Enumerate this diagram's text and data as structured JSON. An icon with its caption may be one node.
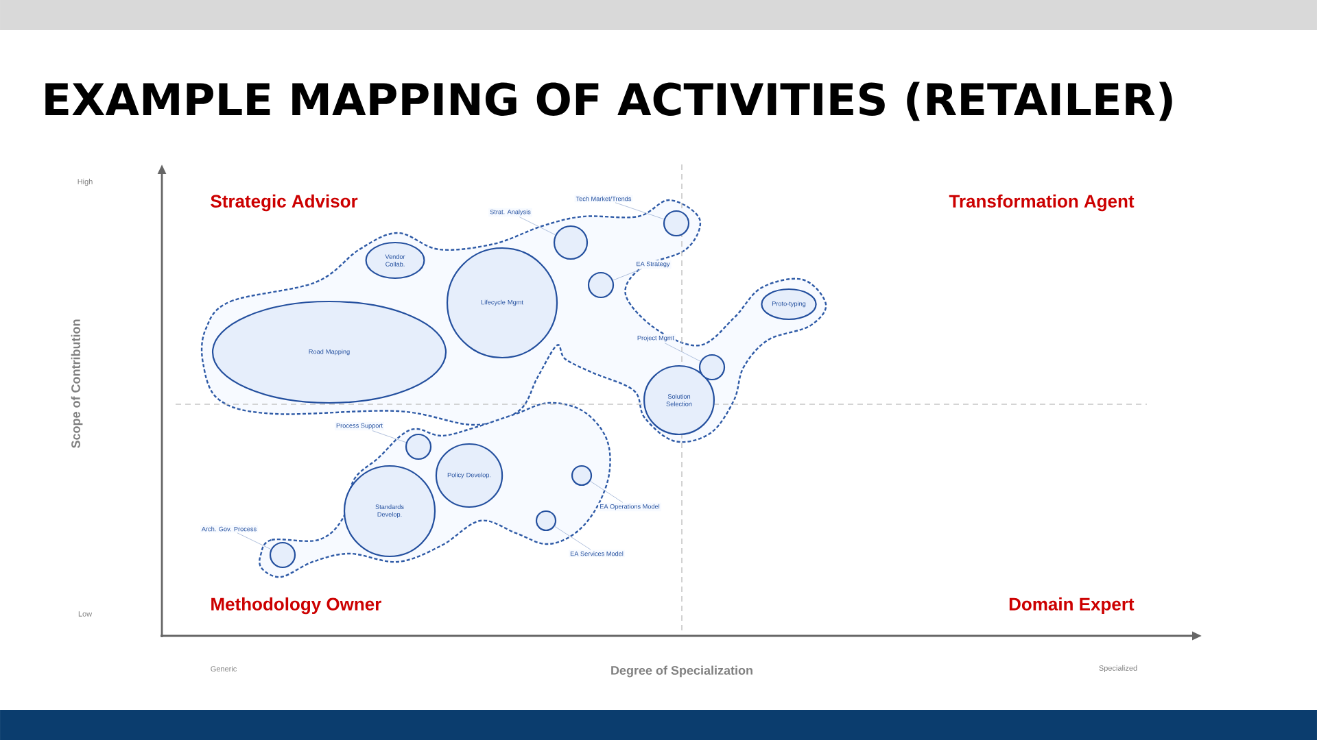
{
  "diagram": {
    "title": "EXAMPLE MAPPING OF ACTIVITIES (RETAILER)",
    "nodes": [
      {
        "text": [
          "Tech Market/Trends"
        ]
      },
      {
        "text": [
          "Strat. Analysis"
        ]
      },
      {
        "text": [
          "Vendor Collab."
        ]
      },
      {
        "text": [
          "EA Strategy"
        ]
      },
      {
        "text": [
          "Lifecycle Mgmt"
        ]
      },
      {
        "text": [
          "Proto-typing"
        ]
      },
      {
        "text": [
          "Road Mapping"
        ]
      },
      {
        "text": [
          "Project Mgmt"
        ]
      },
      {
        "text": [
          "Solution Selection"
        ]
      },
      {
        "text": [
          "Process Support"
        ]
      },
      {
        "text": [
          "Policy Develop."
        ]
      },
      {
        "text": [
          "Standards Develop."
        ]
      },
      {
        "text": [
          "EA Operations Model"
        ]
      },
      {
        "text": [
          "Arch. Gov. Process"
        ]
      },
      {
        "text": [
          "EA Services Model"
        ]
      },
      {
        "text": [],
        "shape": "circle"
      },
      {
        "text": [],
        "shape": "circle"
      },
      {
        "text": [],
        "shape": "circle"
      },
      {
        "text": [],
        "shape": "circle"
      },
      {
        "text": [],
        "shape": "circle"
      },
      {
        "text": [],
        "shape": "circle"
      },
      {
        "text": [],
        "shape": "circle"
      },
      {
        "text": [],
        "shape": "circle"
      }
    ],
    "edges": [
      {
        "from": 0,
        "to": 21,
        "arrow": "none"
      },
      {
        "from": 1,
        "to": 18,
        "arrow": "none"
      },
      {
        "from": 3,
        "to": 20,
        "arrow": "none"
      },
      {
        "from": 7,
        "to": 22,
        "arrow": "none"
      },
      {
        "from": 9,
        "to": 16,
        "arrow": "none"
      },
      {
        "from": 12,
        "to": 19,
        "arrow": "none"
      },
      {
        "from": 13,
        "to": 15,
        "arrow": "none"
      },
      {
        "from": 14,
        "to": 17,
        "arrow": "none"
      }
    ],
    "labels": [
      "High",
      "Strategic Advisor",
      "Transformation Agent",
      "Scope of Contribution",
      "Low",
      "Methodology Owner",
      "Domain Expert",
      "Generic",
      "Degree of Specialization",
      "Specialized"
    ]
  }
}
